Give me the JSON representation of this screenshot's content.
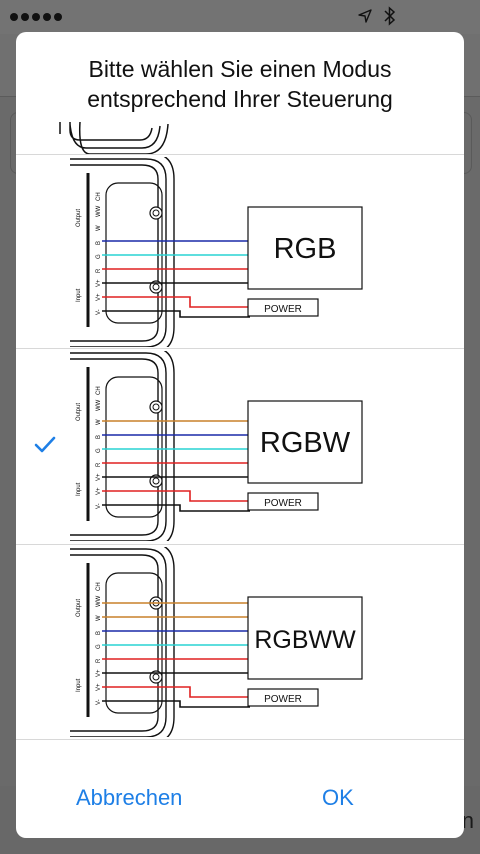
{
  "status_bar": {
    "location_icon": "location-arrow-icon",
    "bluetooth_icon": "bluetooth-icon"
  },
  "background": {
    "partial_letter": "n"
  },
  "dialog": {
    "title_line1": "Bitte wählen Sie einen Modus",
    "title_line2": "entsprechend Ihrer Steuerung",
    "options": [
      {
        "label": "RGB",
        "selected": false
      },
      {
        "label": "RGBW",
        "selected": true
      },
      {
        "label": "RGBWW",
        "selected": false
      }
    ],
    "power_label": "POWER",
    "pin_labels": [
      "CH",
      "WW",
      "W",
      "B",
      "G",
      "R",
      "V+",
      "V+",
      "V-"
    ],
    "group_labels": {
      "output": "Output",
      "input": "Input"
    },
    "cancel_label": "Abbrechen",
    "ok_label": "OK",
    "accent_color": "#1e7fe6",
    "wire_colors": {
      "orange": "#c8802a",
      "blue": "#1a2aa8",
      "cyan": "#28d4d4",
      "red": "#e02020",
      "black": "#111111"
    }
  }
}
